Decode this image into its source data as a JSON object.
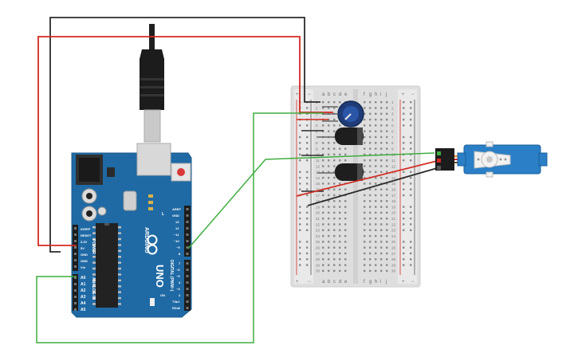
{
  "board": {
    "name": "ARDUINO",
    "model": "UNO",
    "power_section": "POWER",
    "analog_section": "ANALOG IN",
    "digital_section": "DIGITAL (PWM~)",
    "power_pins": [
      "IOREF",
      "RESET",
      "3.3V",
      "5V",
      "GND",
      "GND",
      "Vin"
    ],
    "analog_pins": [
      "A0",
      "A1",
      "A2",
      "A3",
      "A4",
      "A5"
    ],
    "digital_pins_upper": [
      "AREF",
      "GND",
      "13",
      "12",
      "~11",
      "~10",
      "~9",
      "8"
    ],
    "digital_pins_lower": [
      "7",
      "~6",
      "~5",
      "4",
      "~3",
      "2",
      "TX▸1",
      "RX◂0"
    ],
    "led_labels": [
      "L",
      "TX",
      "RX"
    ],
    "on_label": "ON"
  },
  "breadboard": {
    "columns_left": [
      "a",
      "b",
      "c",
      "d",
      "e"
    ],
    "columns_right": [
      "f",
      "g",
      "h",
      "i",
      "j"
    ],
    "rail_plus": "+",
    "rail_minus": "−",
    "row_count": 30
  },
  "wire_colors": {
    "red": "#d42a20",
    "black": "#2b2b2b",
    "green": "#3fae3f",
    "servo_orange": "#e8891c"
  },
  "components": [
    "usb-cable",
    "arduino-uno",
    "breadboard",
    "potentiometer",
    "capacitor",
    "capacitor",
    "servo"
  ]
}
